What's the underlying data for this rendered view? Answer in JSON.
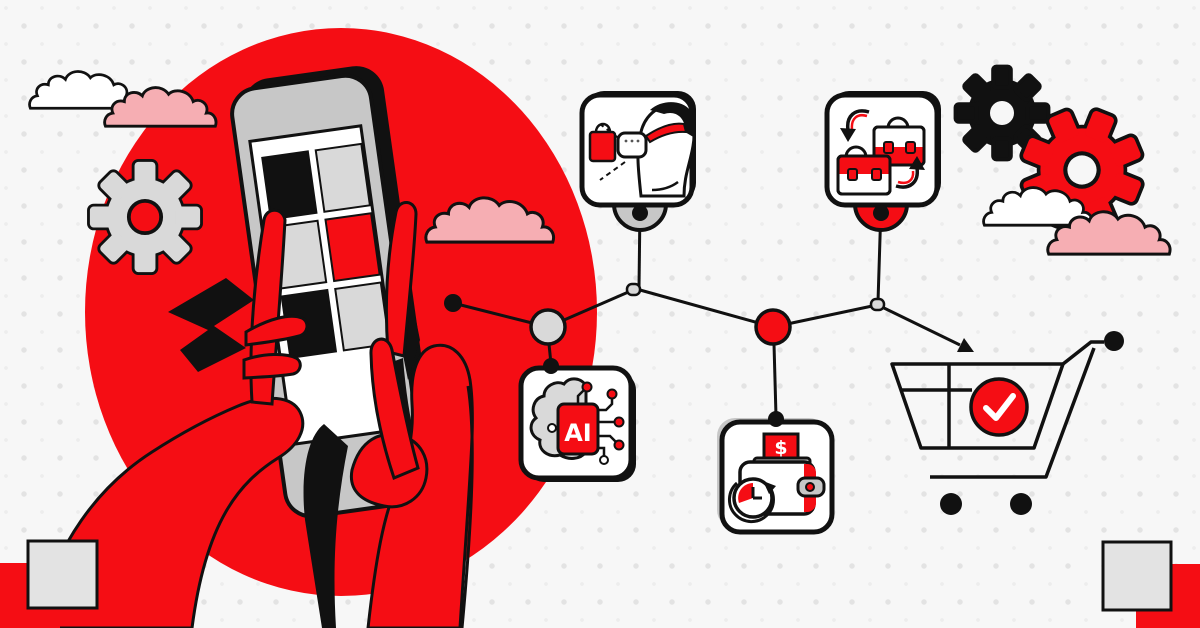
{
  "colors": {
    "accent_red": "#F50D14",
    "pink": "#F6AEB3",
    "light_gray": "#D9D9D9",
    "mid_gray": "#C7C7C7",
    "ink": "#111111",
    "background": "#F7F7F7",
    "dot": "#E3E3E3",
    "white": "#FFFFFF"
  },
  "scene": {
    "description": "Flat illustration: two red hands hold a smartphone over a large red circle; connector lines link e-commerce technology icons",
    "elements": [
      {
        "name": "smartphone-in-hands-illustration",
        "detail": "hands tapping a phone showing a 2x3 grid of app tiles (black, gray, red)"
      },
      {
        "name": "vr-shopping-icon",
        "detail": "head wearing VR headset projecting a shopping bag"
      },
      {
        "name": "briefcase-exchange-icon",
        "detail": "two briefcases with curved transfer arrows"
      },
      {
        "name": "ai-chip-icon",
        "detail": "half brain joined to an AI chip with circuit traces"
      },
      {
        "name": "wallet-payment-icon",
        "detail": "wallet receiving a dollar bill with a refresh clock"
      },
      {
        "name": "shopping-cart-check-icon",
        "detail": "line-art shopping cart with red checkmark badge and entry arrow"
      },
      {
        "name": "gear-icons",
        "detail": "gray gear on red circle, black gear and red gear at top right"
      },
      {
        "name": "cloud-shapes",
        "detail": "white and pink outlined clouds"
      },
      {
        "name": "corner-squares",
        "detail": "gray and red overlapping squares in bottom corners"
      }
    ]
  },
  "icons": {
    "ai": {
      "chip_label": "AI"
    },
    "wallet": {
      "currency_symbol": "$"
    }
  }
}
